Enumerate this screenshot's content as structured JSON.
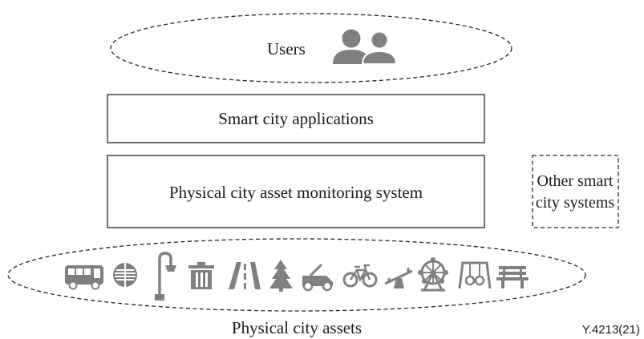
{
  "users": {
    "label": "Users",
    "icon": "users-icon"
  },
  "layers": {
    "applications": "Smart city applications",
    "monitoring": "Physical city asset monitoring system"
  },
  "other_systems": {
    "line1": "Other smart",
    "line2": "city systems"
  },
  "assets": {
    "label": "Physical city assets",
    "icons": [
      "bus-icon",
      "manhole-cover-icon",
      "street-lamp-icon",
      "trash-bin-icon",
      "road-icon",
      "tree-icon",
      "lawn-mower-icon",
      "bicycle-icon",
      "seesaw-icon",
      "ferris-wheel-icon",
      "swing-icon",
      "bench-icon"
    ]
  },
  "figure_id": "Y.4213(21)",
  "colors": {
    "icon": "#808080",
    "line": "#222222"
  }
}
